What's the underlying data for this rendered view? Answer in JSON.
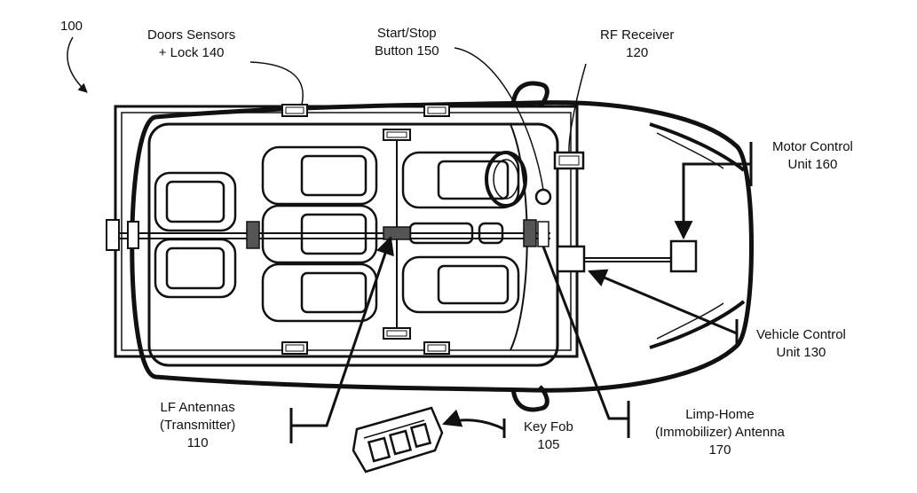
{
  "figure": {
    "ref_number": "100",
    "labels": {
      "doors": {
        "line1": "Doors Sensors",
        "line2": "+ Lock 140"
      },
      "start_stop": {
        "line1": "Start/Stop",
        "line2": "Button 150"
      },
      "rf_receiver": {
        "line1": "RF Receiver",
        "line2": "120"
      },
      "motor_control": {
        "line1": "Motor Control",
        "line2": "Unit 160"
      },
      "vehicle_control": {
        "line1": "Vehicle Control",
        "line2": "Unit 130"
      },
      "lf_antennas": {
        "line1": "LF Antennas",
        "line2": "(Transmitter)",
        "line3": "110"
      },
      "key_fob": {
        "line1": "Key Fob",
        "line2": "105"
      },
      "limp_home": {
        "line1": "Limp-Home",
        "line2": "(Immobilizer) Antenna",
        "line3": "170"
      }
    }
  }
}
